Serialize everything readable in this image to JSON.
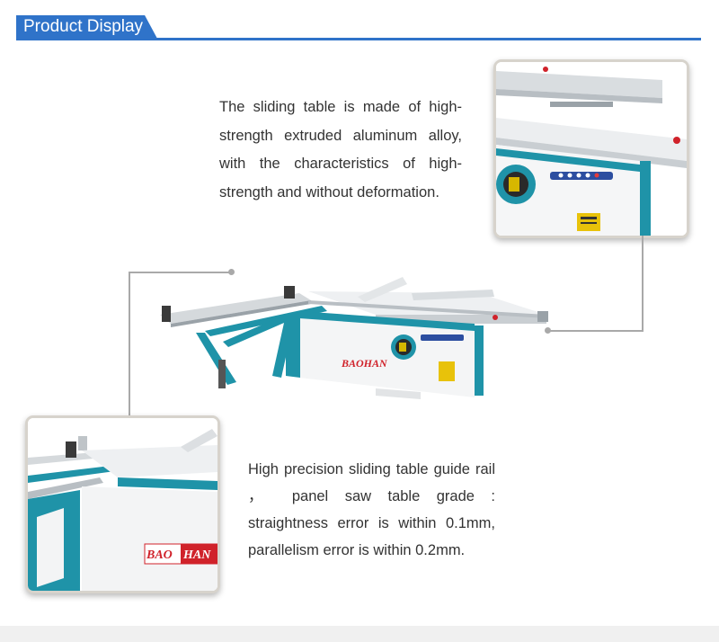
{
  "header": {
    "title": "Product Display"
  },
  "callouts": {
    "top": "The sliding table is made of high-strength extruded aluminum alloy, with the characteristics of high-strength and without deformation.",
    "bottom": "High precision sliding table guide rail ， panel saw table grade : straightness error is within 0.1mm, parallelism error is within 0.2mm."
  },
  "brand": {
    "name_left": "BAO",
    "name_right": "HAN"
  },
  "colors": {
    "accent": "#2f73c9",
    "machine_teal": "#1f93a8",
    "frame_border": "#d7d3cc",
    "connector": "#a9a9a9"
  }
}
